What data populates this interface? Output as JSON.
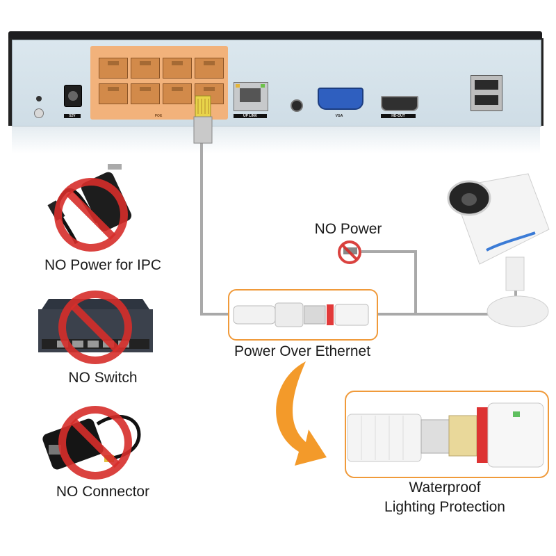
{
  "nvr": {
    "ports": {
      "power": "52V",
      "poe": "POE",
      "uplink": "UP LINK",
      "vga": "VGA",
      "hdout": "HD-OUT"
    }
  },
  "labels": {
    "no_power_ipc": "NO Power for IPC",
    "no_switch": "NO Switch",
    "no_connector": "NO Connector",
    "no_power": "NO Power",
    "poe": "Power Over Ethernet",
    "waterproof_line1": "Waterproof",
    "waterproof_line2": "Lighting Protection"
  },
  "colors": {
    "accent_orange": "#f39a2a",
    "prohibit_red": "#d62e2a",
    "cable_gray": "#a9a9a9"
  }
}
